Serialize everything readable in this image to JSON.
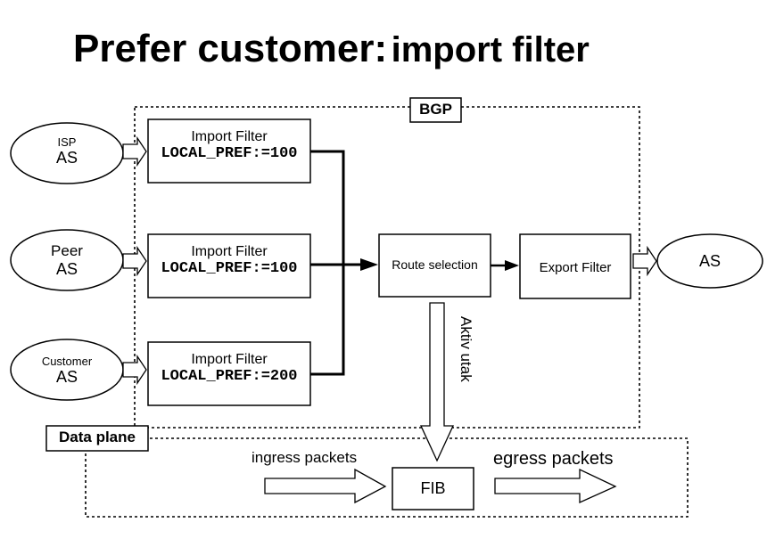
{
  "title": {
    "bold_part": "Prefer customer:",
    "rest_part": "import filter"
  },
  "bgp": {
    "label": "BGP"
  },
  "data_plane": {
    "label": "Data plane"
  },
  "sources": [
    {
      "top": "ISP",
      "bottom": "AS"
    },
    {
      "top": "Peer",
      "bottom": "AS"
    },
    {
      "top": "Customer",
      "bottom": "AS"
    }
  ],
  "import_filters": [
    {
      "title": "Import Filter",
      "rule": "LOCAL_PREF:=100"
    },
    {
      "title": "Import Filter",
      "rule": "LOCAL_PREF:=100"
    },
    {
      "title": "Import Filter",
      "rule": "LOCAL_PREF:=200"
    }
  ],
  "route_selection": {
    "label": "Route selection"
  },
  "export_filter": {
    "label": "Export Filter"
  },
  "dest_as": {
    "label": "AS"
  },
  "active_path": {
    "label": "Aktiv utak"
  },
  "fib": {
    "label": "FIB"
  },
  "ingress": {
    "label": "ingress packets"
  },
  "egress": {
    "label": "egress packets"
  }
}
